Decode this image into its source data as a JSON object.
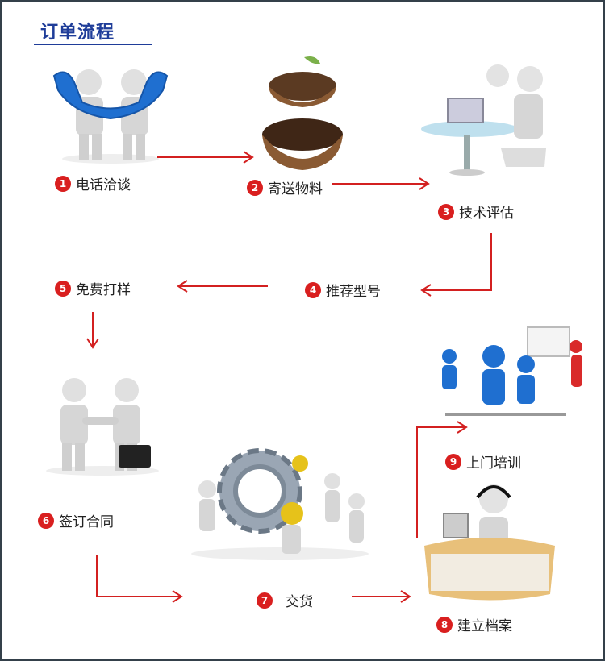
{
  "title": "订单流程",
  "steps": [
    {
      "num": "1",
      "label": "电话洽谈",
      "icon": "phone-handshake-icon"
    },
    {
      "num": "2",
      "label": "寄送物料",
      "icon": "coffee-beans-icon"
    },
    {
      "num": "3",
      "label": "技术评估",
      "icon": "laptop-desk-icon"
    },
    {
      "num": "4",
      "label": "推荐型号",
      "icon": ""
    },
    {
      "num": "5",
      "label": "免费打样",
      "icon": ""
    },
    {
      "num": "6",
      "label": "签订合同",
      "icon": "handshake-icon"
    },
    {
      "num": "7",
      "label": "交货",
      "icon": "gear-team-icon"
    },
    {
      "num": "8",
      "label": "建立档案",
      "icon": "service-desk-icon"
    },
    {
      "num": "9",
      "label": "上门培训",
      "icon": "training-class-icon"
    }
  ],
  "colors": {
    "title": "#1f3d99",
    "badge": "#d91f1f",
    "arrow": "#d32020",
    "figure": "#d9d9d9",
    "accent_blue": "#1f6fd0"
  }
}
